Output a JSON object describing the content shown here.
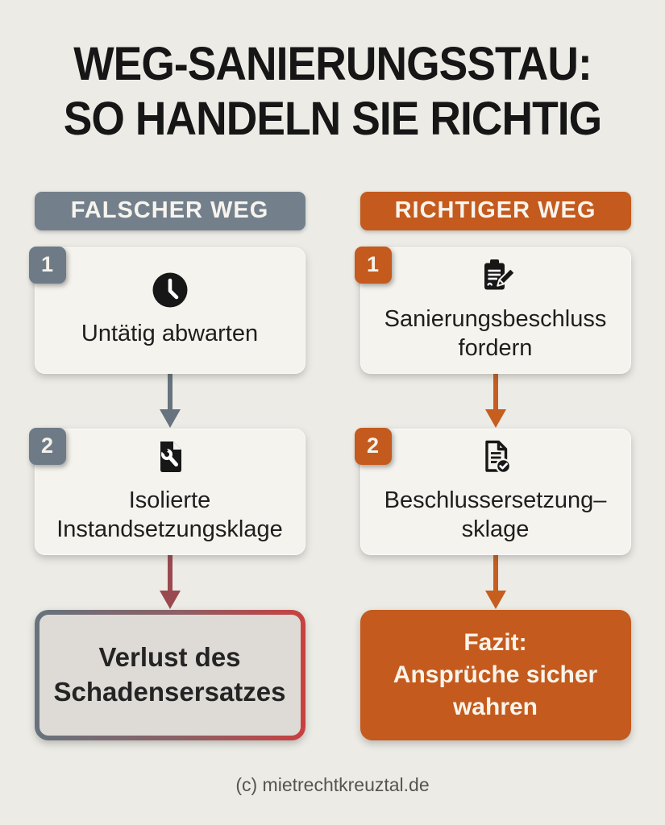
{
  "page": {
    "title": "WEG-SANIERUNGSSTAU:\nSO HANDELN SIE RICHTIG",
    "footer": "(c) mietrechtkreuztal.de"
  },
  "colors": {
    "background": "#ECEBE6",
    "slate": "#73808C",
    "orange": "#C45A1D",
    "red": "#C94040",
    "arrow_gray": "#67737E",
    "arrow_maroon": "#9A4950",
    "arrow_orange": "#C55E1F",
    "card": "#F4F3EE",
    "result_wrong_fill": "#DEDAD6"
  },
  "wrong_column": {
    "header": "FALSCHER WEG",
    "steps": [
      {
        "number": "1",
        "icon": "clock-icon",
        "label": "Untätig abwarten"
      },
      {
        "number": "2",
        "icon": "document-wrench-icon",
        "label": "Isolierte\nInstandsetzungsklage"
      }
    ],
    "result": "Verlust des\nSchadensersatzes"
  },
  "right_column": {
    "header": "RICHTIGER WEG",
    "steps": [
      {
        "number": "1",
        "icon": "clipboard-pencil-icon",
        "label": "Sanierungsbeschluss\nfordern"
      },
      {
        "number": "2",
        "icon": "document-check-icon",
        "label": "Beschlussersetzung–\nsklage"
      }
    ],
    "result": "Fazit:\nAnsprüche sicher\nwahren"
  }
}
